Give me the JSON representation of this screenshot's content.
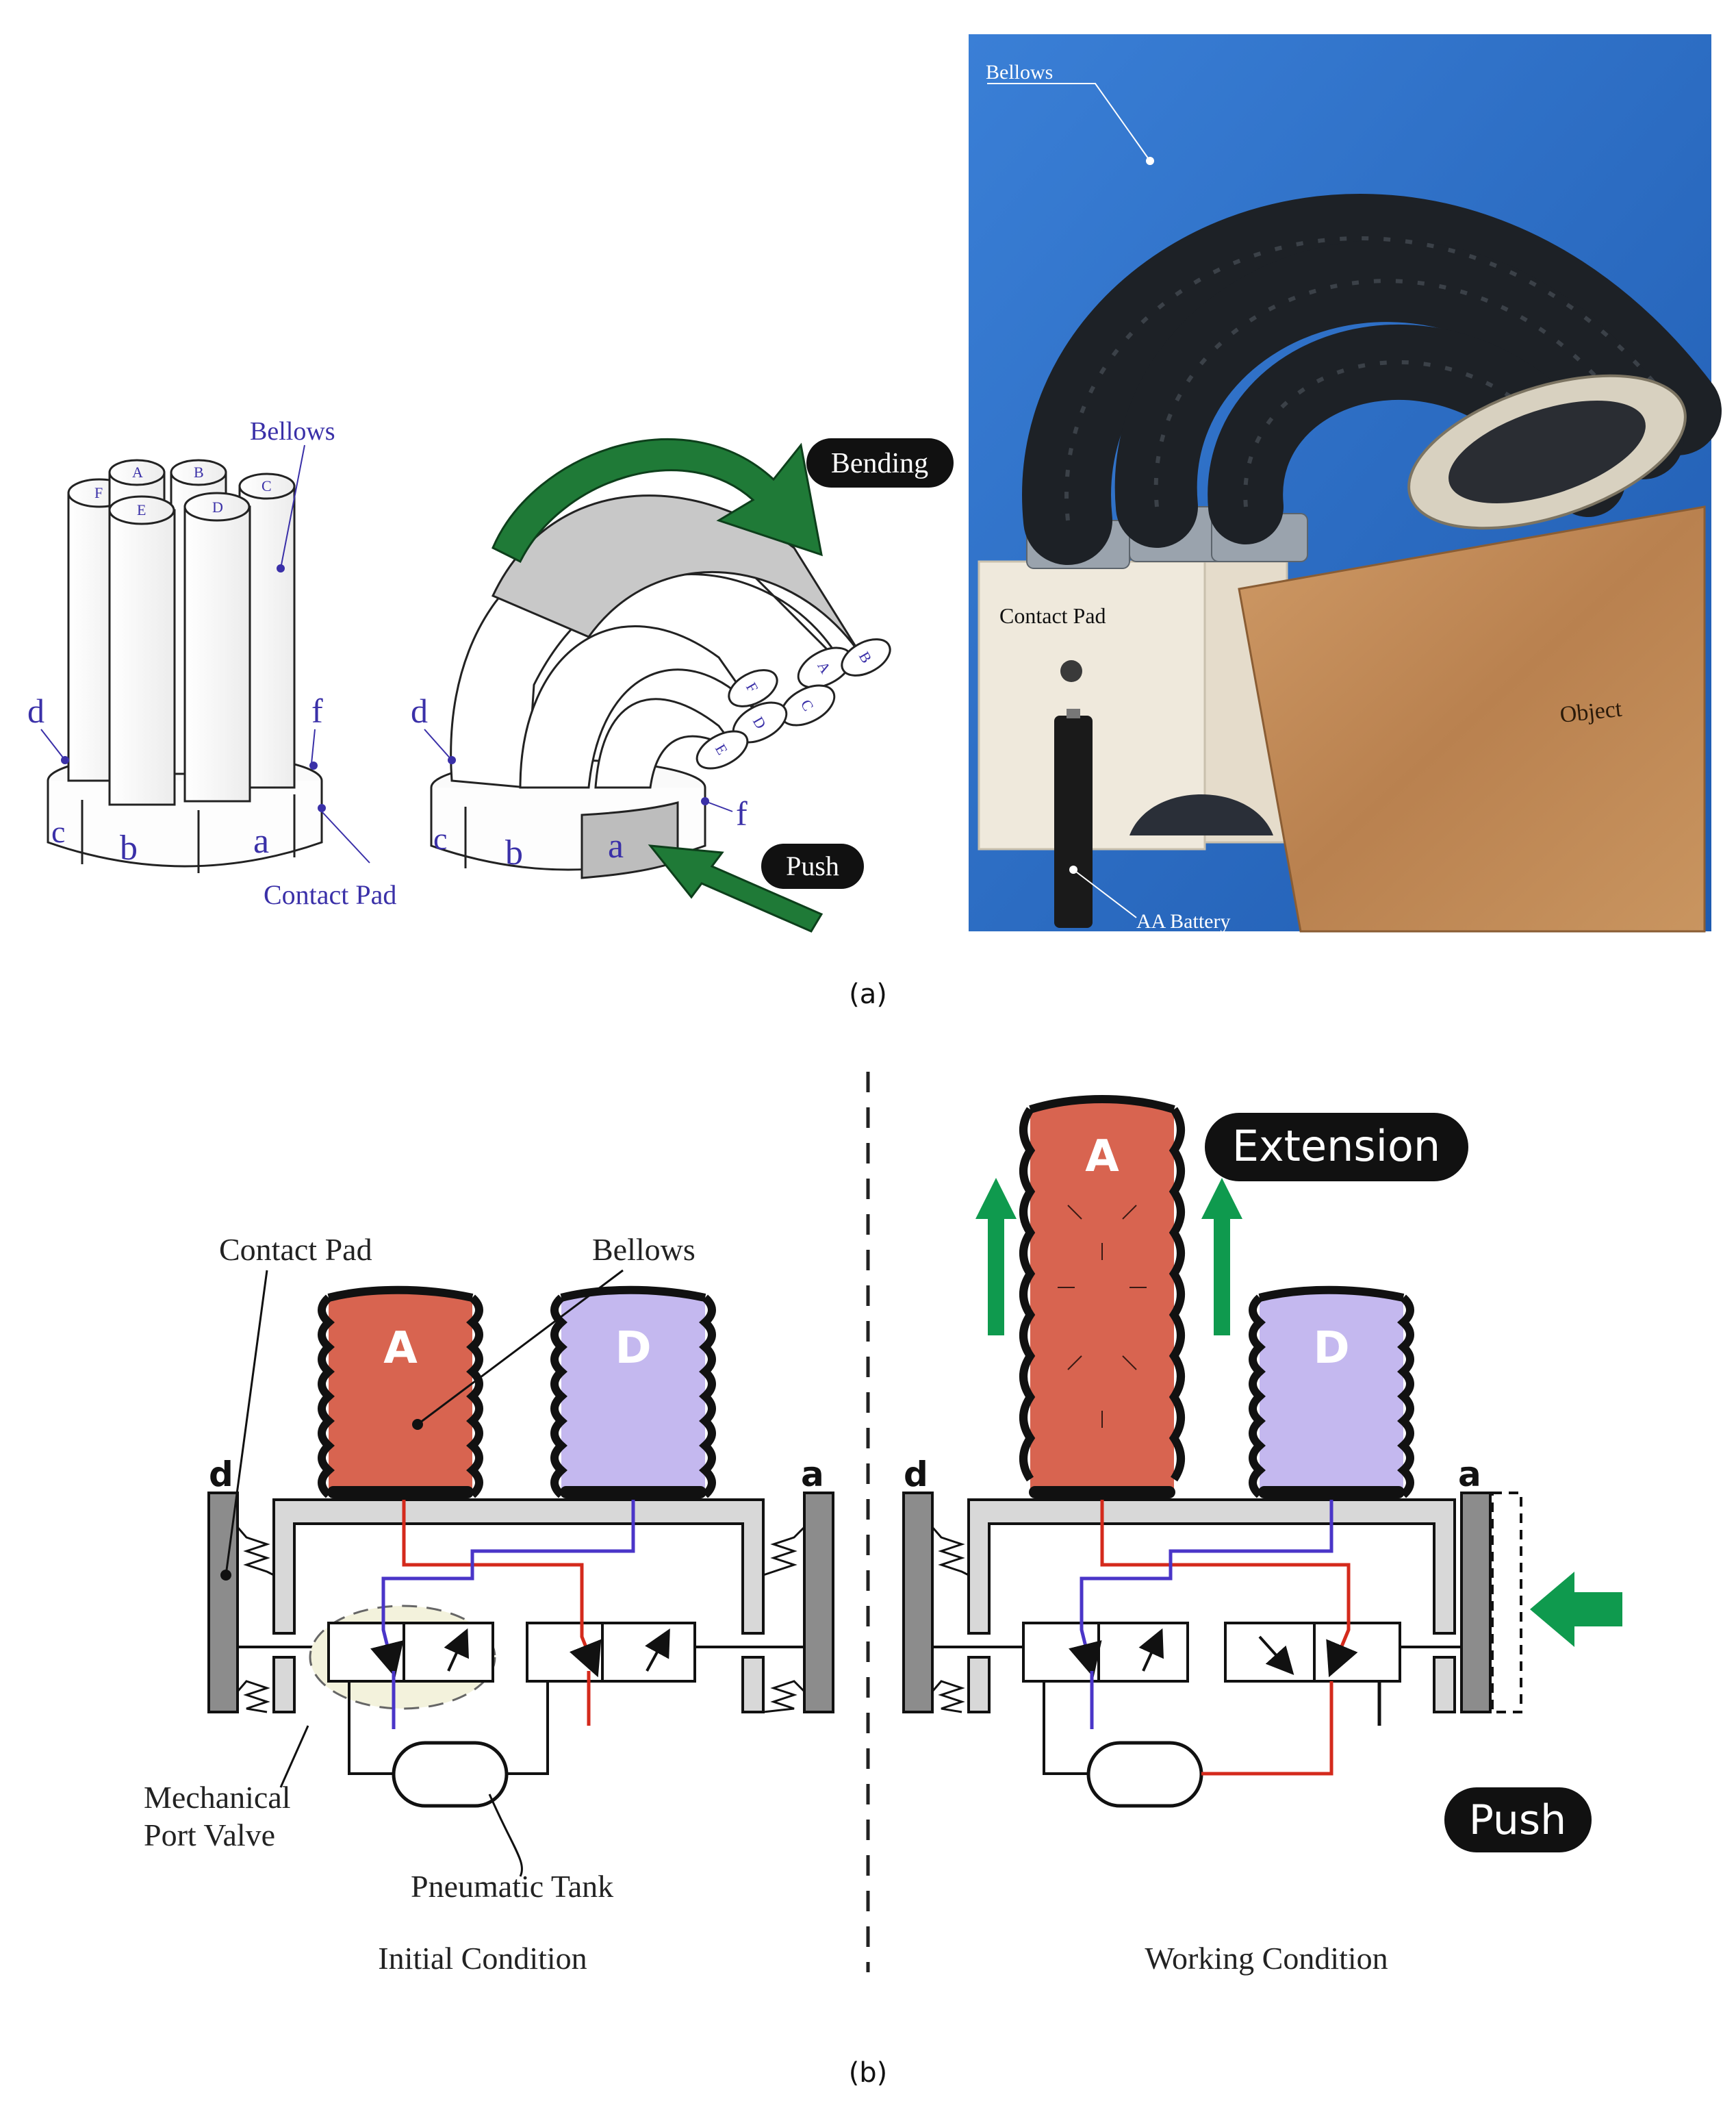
{
  "colors": {
    "label_blue": "#3a30a8",
    "bellows_red": "#d86450",
    "bellows_purple": "#c4b8ef",
    "arrow_green": "#1f7a37",
    "arrow_green_bright": "#0f9a4e",
    "line_red": "#d42a1c",
    "line_purple": "#4a35c8",
    "pad_gray": "#8c8c8c",
    "frame_gray": "#d8d8d8",
    "photo_blue": "#2f6fc4",
    "wood": "#c08a58"
  },
  "panel_a": {
    "caption": "(a)",
    "left_sketch": {
      "bellows_label": "Bellows",
      "tube_letters": [
        "A",
        "B",
        "C",
        "D",
        "E",
        "F"
      ],
      "pad_letters": [
        "a",
        "b",
        "c",
        "d",
        "f"
      ],
      "contact_pad_label": "Contact Pad"
    },
    "right_sketch": {
      "bending_label": "Bending",
      "push_label": "Push",
      "tube_letters": [
        "A",
        "B",
        "C",
        "D",
        "E",
        "F"
      ],
      "pad_letters": [
        "a",
        "b",
        "c",
        "d",
        "f"
      ]
    },
    "photo": {
      "bellows_label": "Bellows",
      "contact_pad_label": "Contact Pad",
      "object_label": "Object",
      "battery_label": "AA Battery"
    }
  },
  "panel_b": {
    "caption": "(b)",
    "initial": {
      "title": "Initial Condition",
      "contact_pad_label": "Contact Pad",
      "bellows_label": "Bellows",
      "valve_label_1": "Mechanical",
      "valve_label_2": "Port Valve",
      "tank_label": "Pneumatic Tank",
      "bellow_a": "A",
      "bellow_d": "D",
      "pad_left": "d",
      "pad_right": "a"
    },
    "working": {
      "title": "Working Condition",
      "extension_label": "Extension",
      "push_label": "Push",
      "bellow_a": "A",
      "bellow_d": "D",
      "pad_left": "d",
      "pad_right": "a"
    }
  }
}
